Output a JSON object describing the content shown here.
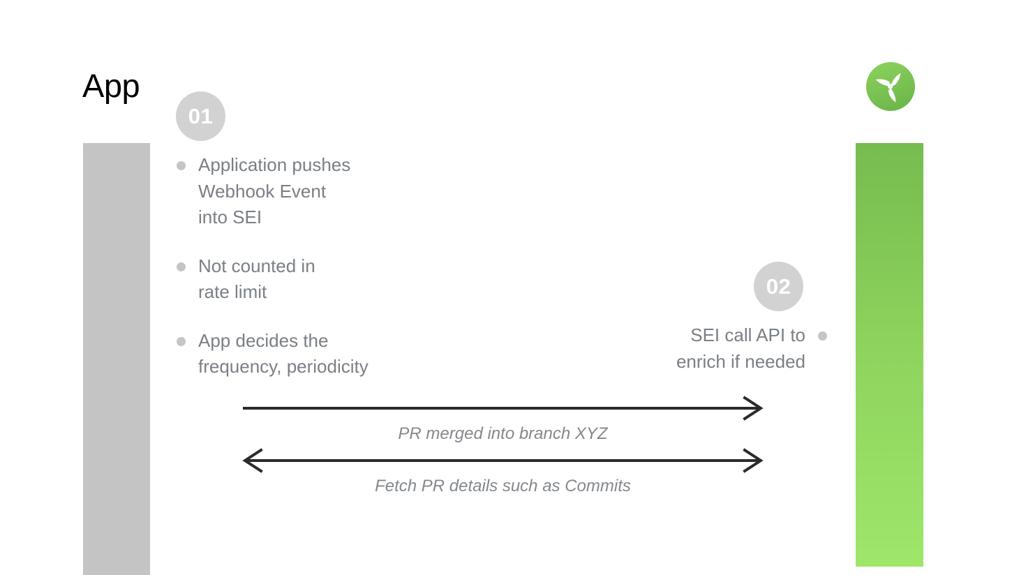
{
  "diagram": {
    "title": "App",
    "lanes": {
      "left": {
        "name": "app-lane",
        "color": "#c4c4c4"
      },
      "right": {
        "name": "sei-lane",
        "color_top": "#76bc4f",
        "color_bottom": "#9ee76a"
      }
    },
    "logo": {
      "icon": "propeller-logo-icon",
      "circle_color": "#7fc75a"
    },
    "steps": [
      {
        "number": "01",
        "side": "left",
        "bullets": [
          "Application pushes\nWebhook Event\ninto SEI",
          "Not counted in\nrate limit",
          "App decides the\nfrequency, periodicity"
        ]
      },
      {
        "number": "02",
        "side": "right",
        "bullets": [
          "SEI call API to\nenrich if needed"
        ]
      }
    ],
    "messages": [
      {
        "label": "PR merged into branch XYZ",
        "direction": "right",
        "arrowhead_left": false,
        "arrowhead_right": true
      },
      {
        "label": "Fetch PR details such as Commits",
        "direction": "both",
        "arrowhead_left": true,
        "arrowhead_right": true
      }
    ],
    "colors": {
      "text_muted": "#7a7f85",
      "badge_bg": "#d2d2d2",
      "arrow_stroke": "#2b2b2b"
    }
  }
}
